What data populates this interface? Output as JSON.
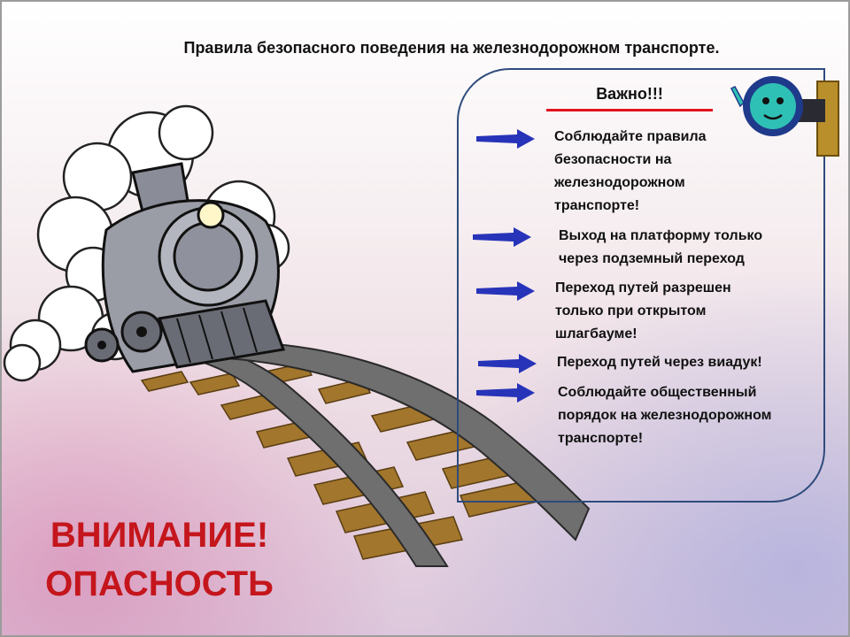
{
  "title": "Правила безопасного поведения на железнодорожном транспорте.",
  "important": {
    "heading": "Важно!!!",
    "underline_color": "#e3121f",
    "rules": [
      {
        "lines": [
          "Соблюдайте правила",
          "безопасности  на",
          "железнодорожном",
          "транспорте!"
        ]
      },
      {
        "lines": [
          "Выход на платформу только",
          "через подземный переход"
        ]
      },
      {
        "lines": [
          "Переход путей разрешен",
          "только при открытом",
          "шлагбауме!"
        ]
      },
      {
        "lines": [
          "Переход путей через виадук!"
        ]
      },
      {
        "lines": [
          "Соблюдайте общественный",
          "порядок  на железнодорожном",
          "транспорте!"
        ]
      }
    ]
  },
  "warning": {
    "line1": "ВНИМАНИЕ!",
    "line2": "ОПАСНОСТЬ",
    "color": "#c4161c"
  },
  "icons": {
    "bullet": "blue-arrow-icon",
    "train": "steam-locomotive-icon",
    "mascot": "traffic-light-mascot-icon"
  },
  "colors": {
    "box_border": "#2f4b7c",
    "arrow": "#2733b8"
  }
}
